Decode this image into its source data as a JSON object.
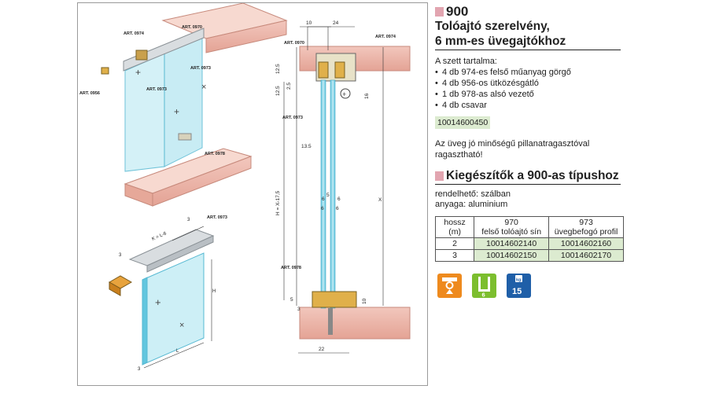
{
  "header": {
    "number": "900",
    "title_line1": "Tolóajtó szerelvény,",
    "title_line2": "6 mm-es üvegajtókhoz"
  },
  "contents": {
    "heading": "A szett tartalma:",
    "items": [
      "4 db 974-es felső műanyag görgő",
      "4 db 956-os ütközésgátló",
      "1 db 978-as alsó vezető",
      "4 db csavar"
    ],
    "article_number": "10014600450"
  },
  "note": "Az üveg jó minőségű pillanatragasztóval ragasztható!",
  "accessories": {
    "title": "Kiegészítők a 900-as típushoz",
    "availability": "rendelhető: szálban",
    "material": "anyaga: aluminium",
    "table": {
      "col0": "hossz (m)",
      "col1_line1": "970",
      "col1_line2": "felső tolóajtó sín",
      "col2_line1": "973",
      "col2_line2": "üvegbefogó profil",
      "rows": [
        {
          "length": "2",
          "a": "10014602140",
          "b": "10014602160"
        },
        {
          "length": "3",
          "a": "10014602150",
          "b": "10014602170"
        }
      ]
    }
  },
  "icons": {
    "weight_unit": "kg",
    "weight_value": "15",
    "thickness": "6"
  },
  "drawing": {
    "art_0974": "ART. 0974",
    "art_0970": "ART. 0970",
    "art_0973": "ART. 0973",
    "art_0956": "ART. 0956",
    "art_0978": "ART. 0978",
    "dim_10": "10",
    "dim_24": "24",
    "dim_12_5": "12.5",
    "dim_2_5": "2.5",
    "dim_16": "16",
    "dim_13_5": "13.5",
    "dim_6": "6",
    "dim_5": "5",
    "dim_3": "3",
    "dim_22": "22",
    "dim_x": "X",
    "dim_hx": "H = X-17,5",
    "dim_kl": "K = L-6",
    "dim_h": "H",
    "dim_l": "L"
  }
}
